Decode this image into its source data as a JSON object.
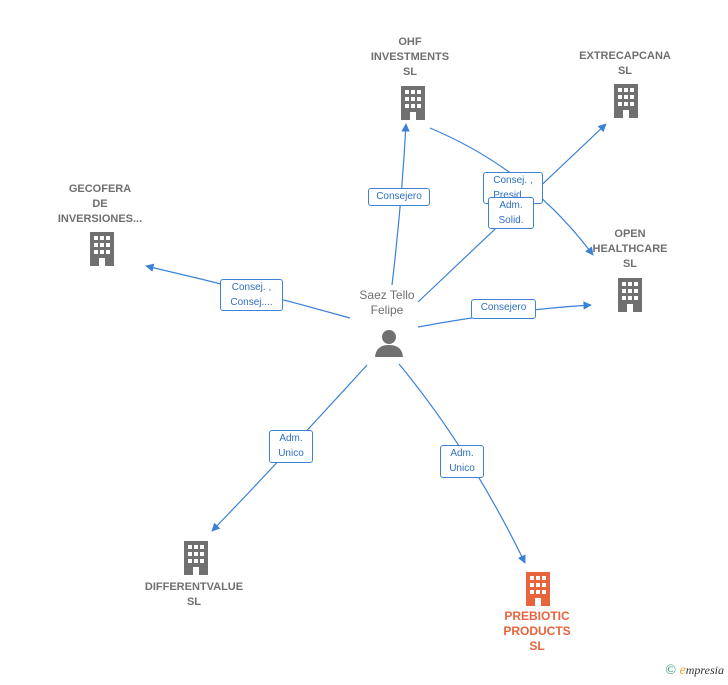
{
  "center": {
    "name": "Saez Tello\nFelipe",
    "icon": "person-icon"
  },
  "companies": [
    {
      "id": "ohf",
      "label": "OHF\nINVESTMENTS\nSL",
      "icon": "building-icon",
      "color": "#707070"
    },
    {
      "id": "extrecapcana",
      "label": "EXTRECAPCANA\nSL",
      "icon": "building-icon",
      "color": "#707070"
    },
    {
      "id": "gecofera",
      "label": "GECOFERA\nDE\nINVERSIONES...",
      "icon": "building-icon",
      "color": "#707070"
    },
    {
      "id": "open",
      "label": "OPEN\nHEALTHCARE\nSL",
      "icon": "building-icon",
      "color": "#707070"
    },
    {
      "id": "differentvalue",
      "label": "DIFFERENTVALUE\nSL",
      "icon": "building-icon",
      "color": "#707070"
    },
    {
      "id": "prebiotic",
      "label": "PREBIOTIC\nPRODUCTS\nSL",
      "icon": "building-icon",
      "color": "#e8643c"
    }
  ],
  "relations": [
    {
      "id": "r-ohf",
      "label": "Consejero"
    },
    {
      "id": "r-ohf-open",
      "label": "Consej. ,\nPresid...."
    },
    {
      "id": "r-extre",
      "label": "Adm.\nSolid."
    },
    {
      "id": "r-geco",
      "label": "Consej. ,\nConsej...."
    },
    {
      "id": "r-open",
      "label": "Consejero"
    },
    {
      "id": "r-diff",
      "label": "Adm.\nUnico"
    },
    {
      "id": "r-preb",
      "label": "Adm.\nUnico"
    }
  ],
  "footer": {
    "copyright": "©",
    "brand_initial": "e",
    "brand_rest": "mpresia"
  },
  "colors": {
    "edge": "#3b82d6",
    "node": "#707070",
    "focus": "#e8643c"
  }
}
